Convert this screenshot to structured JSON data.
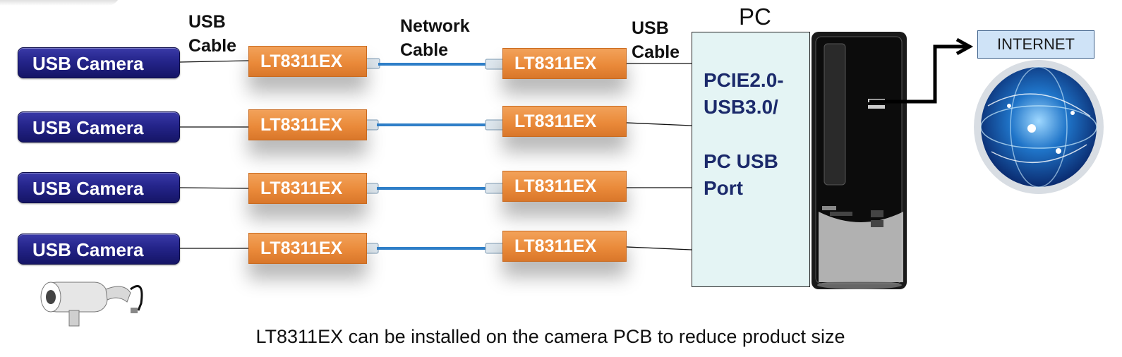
{
  "cameras": [
    {
      "label": "USB Camera"
    },
    {
      "label": "USB Camera"
    },
    {
      "label": "USB Camera"
    },
    {
      "label": "USB Camera"
    }
  ],
  "extenders": {
    "left": [
      "LT8311EX",
      "LT8311EX",
      "LT8311EX",
      "LT8311EX"
    ],
    "right": [
      "LT8311EX",
      "LT8311EX",
      "LT8311EX",
      "LT8311EX"
    ]
  },
  "labels": {
    "usb_cable_left_1": "USB",
    "usb_cable_left_2": "Cable",
    "network_cable_1": "Network",
    "network_cable_2": "Cable",
    "usb_cable_right_1": "USB",
    "usb_cable_right_2": "Cable"
  },
  "pc": {
    "title": "PC",
    "line1": "PCIE2.0-",
    "line2": "USB3.0/",
    "line3": "PC USB",
    "line4": "Port"
  },
  "internet": {
    "label": "INTERNET"
  },
  "caption": "LT8311EX can be installed on the camera PCB to reduce product size",
  "colors": {
    "camera_button": "#24248a",
    "extender": "#ea8a3a",
    "network_cable": "#2f7fc8",
    "pc_panel": "#e4f4f4",
    "internet_box": "#cfe3f7"
  }
}
